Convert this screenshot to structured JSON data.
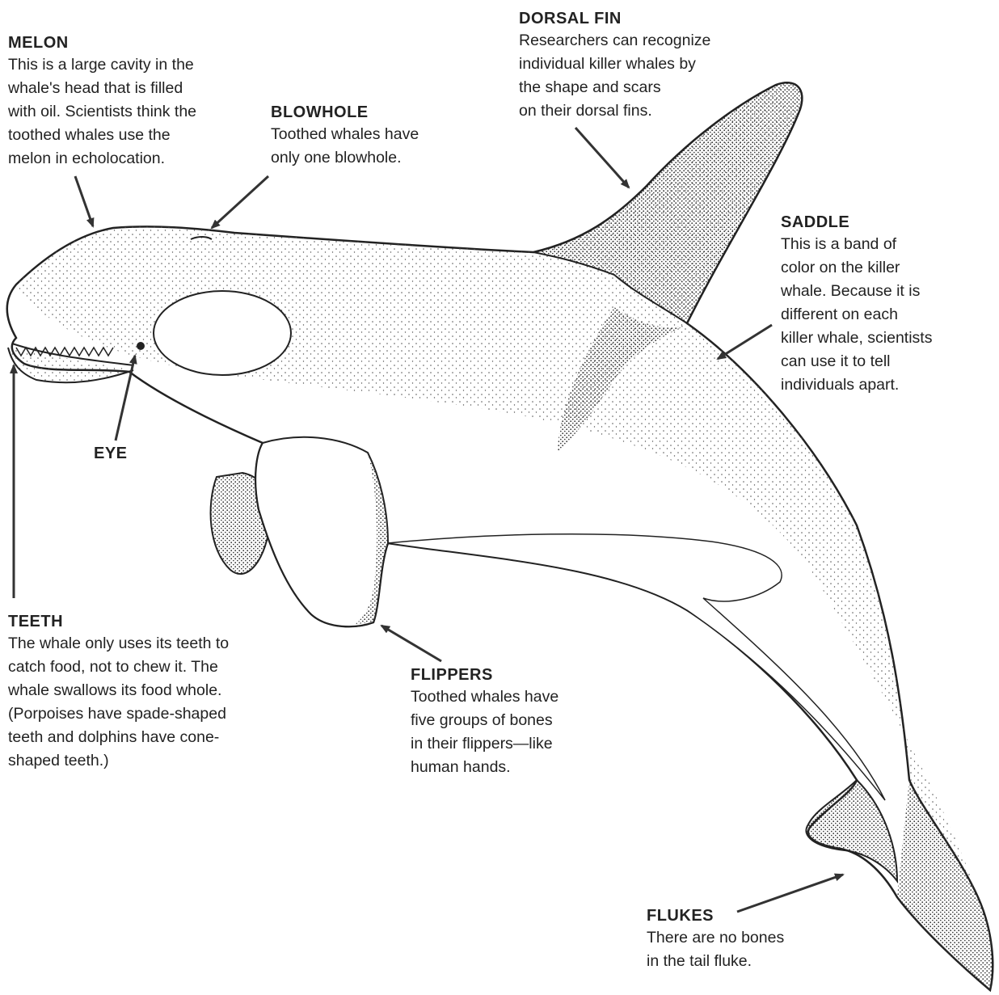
{
  "labels": {
    "melon": {
      "title": "MELON",
      "description": "This is a large cavity in the\nwhale's head that is filled\nwith oil. Scientists think the\ntoothed whales use the\nmelon in echolocation."
    },
    "blowhole": {
      "title": "BLOWHOLE",
      "description": "Toothed whales have\nonly one blowhole."
    },
    "dorsal_fin": {
      "title": "DORSAL FIN",
      "description": "Researchers can recognize\nindividual killer whales by\nthe shape and scars\non their dorsal fins."
    },
    "saddle": {
      "title": "SADDLE",
      "description": "This is a band of\ncolor on the killer\nwhale. Because it is\ndifferent on each\nkiller whale, scientists\ncan use it to tell\nindividuals apart."
    },
    "eye": {
      "title": "EYE"
    },
    "teeth": {
      "title": "TEETH",
      "description": "The whale only uses its teeth to\ncatch food, not to chew it. The\nwhale swallows its food whole.\n(Porpoises have spade-shaped\nteeth and dolphins have cone-\nshaped teeth.)"
    },
    "flippers": {
      "title": "FLIPPERS",
      "description": "Toothed whales have\nfive groups of bones\nin their flippers—like\nhuman hands."
    },
    "flukes": {
      "title": "FLUKES",
      "description": "There are no bones\nin the tail fluke."
    }
  },
  "colors": {
    "ink": "#222222",
    "paper": "#ffffff",
    "stipple": "#555555"
  }
}
